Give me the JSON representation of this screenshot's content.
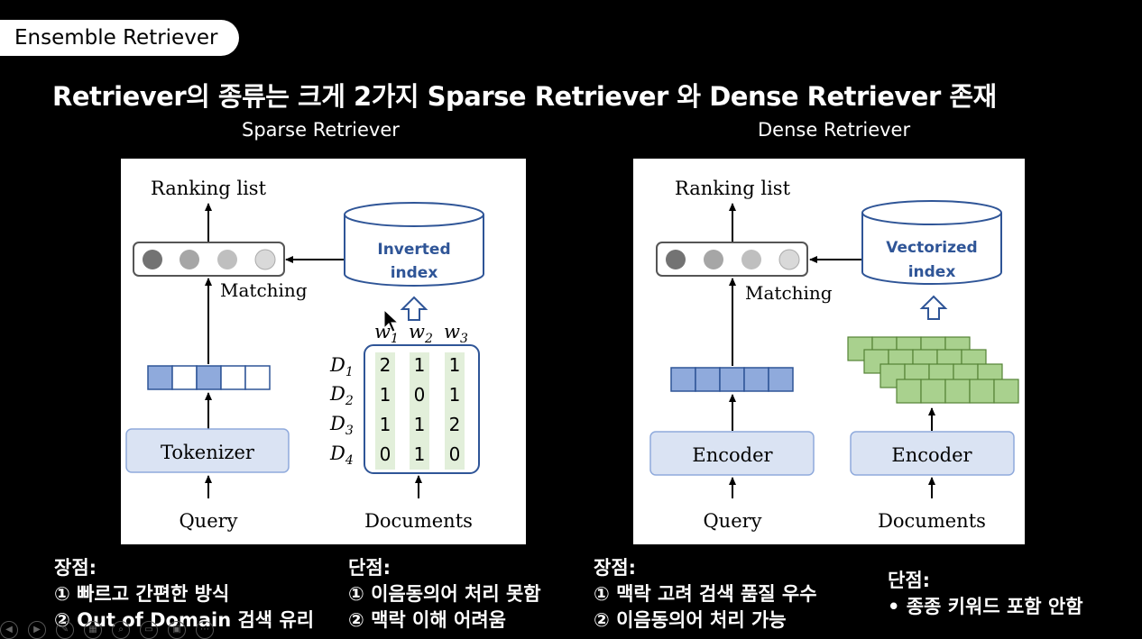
{
  "header": {
    "pill_label": "Ensemble Retriever"
  },
  "headline": "Retriever의 종류는 크게 2가지 Sparse Retriever 와 Dense Retriever 존재",
  "sparse": {
    "title": "Sparse Retriever",
    "ranking_label": "Ranking list",
    "matching_label": "Matching",
    "index_line1": "Inverted",
    "index_line2": "index",
    "tokenizer_label": "Tokenizer",
    "query_label": "Query",
    "documents_label": "Documents",
    "col_headers": [
      "w",
      "w",
      "w"
    ],
    "col_subs": [
      "1",
      "2",
      "3"
    ],
    "row_labels": [
      "D",
      "D",
      "D",
      "D"
    ],
    "row_subs": [
      "1",
      "2",
      "3",
      "4"
    ],
    "matrix": [
      [
        "2",
        "1",
        "1"
      ],
      [
        "1",
        "0",
        "1"
      ],
      [
        "1",
        "1",
        "2"
      ],
      [
        "0",
        "1",
        "0"
      ]
    ]
  },
  "dense": {
    "title": "Dense Retriever",
    "ranking_label": "Ranking list",
    "matching_label": "Matching",
    "index_line1": "Vectorized",
    "index_line2": "index",
    "encoder_left_label": "Encoder",
    "encoder_right_label": "Encoder",
    "query_label": "Query",
    "documents_label": "Documents"
  },
  "colors": {
    "accent_blue": "#8faadc",
    "stroke_blue": "#2f5597",
    "box_fill": "#dae3f3",
    "green_fill": "#a9d18e",
    "green_stroke": "#548235",
    "matrix_bg": "#e2efda"
  },
  "notes": {
    "sparse_pros_title": "장점:",
    "sparse_pros": [
      "①  빠르고 간편한 방식",
      "②  Out of Domain 검색 유리"
    ],
    "sparse_cons_title": "단점:",
    "sparse_cons": [
      "①  이음동의어 처리 못함",
      "②  맥락 이해 어려움"
    ],
    "dense_pros_title": "장점:",
    "dense_pros": [
      "①  맥락 고려 검색 품질 우수",
      "②  이음동의어 처리 가능"
    ],
    "dense_cons_title": "단점:",
    "dense_cons": [
      "•    종종 키워드 포함 안함"
    ]
  }
}
